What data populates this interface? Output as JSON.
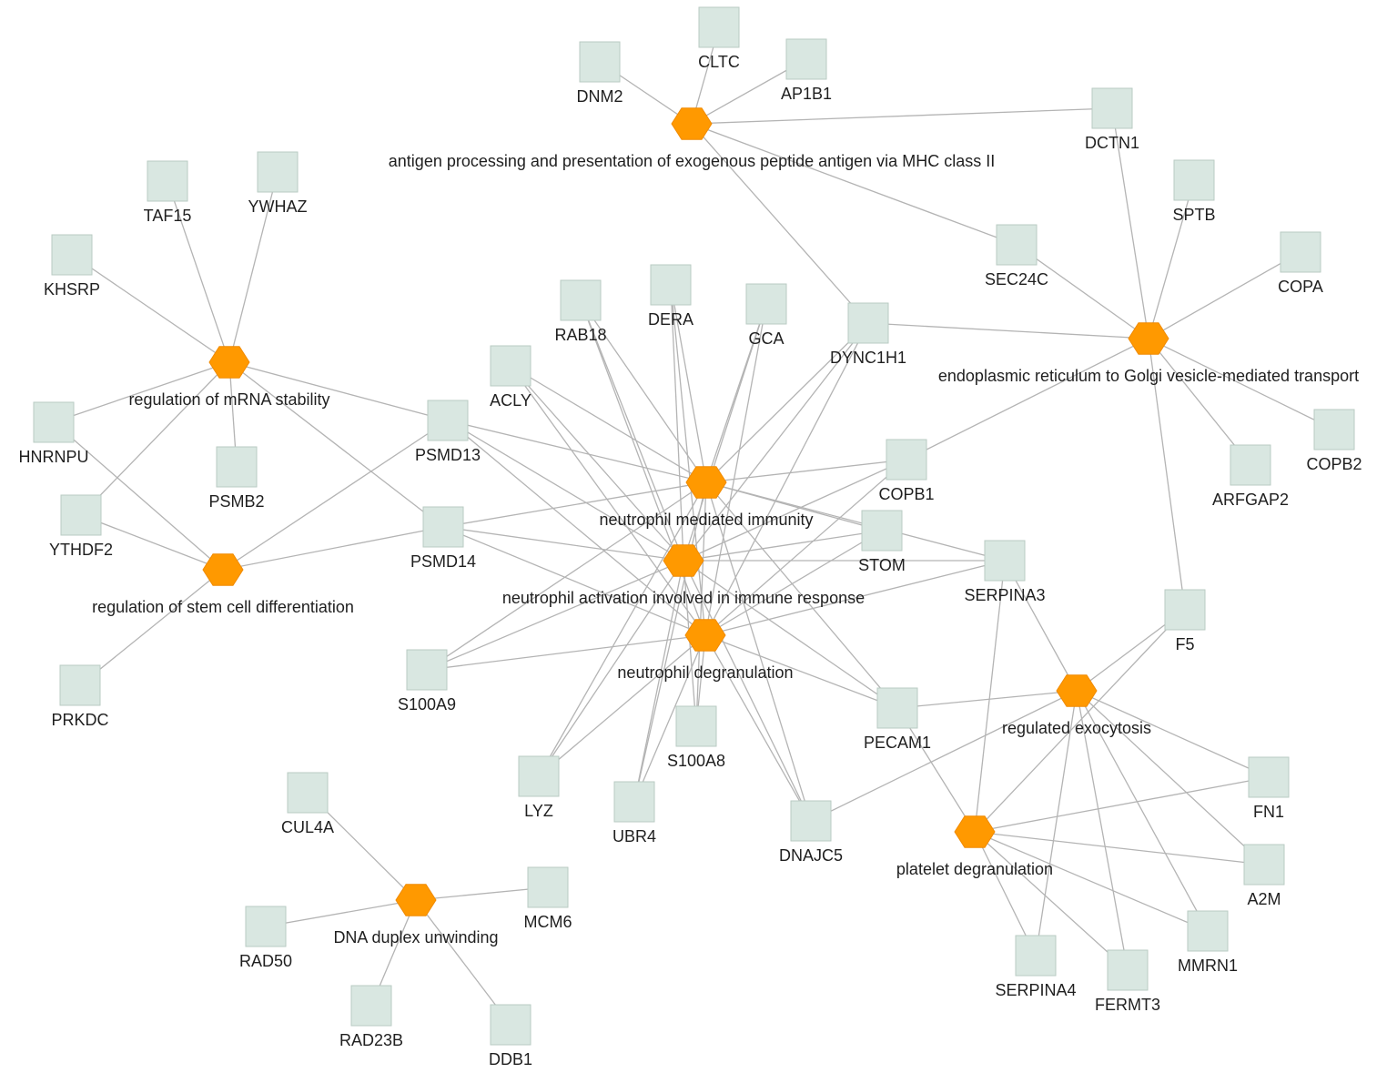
{
  "diagram": {
    "type": "gene-term network",
    "colors": {
      "term": "#ff9900",
      "gene": "#d9e7e1",
      "edge": "#b4b4b4"
    },
    "terms": [
      {
        "id": "t_mhc",
        "label": "antigen processing and presentation of exogenous peptide antigen via MHC class II"
      },
      {
        "id": "t_mrna",
        "label": "regulation of mRNA stability"
      },
      {
        "id": "t_stem",
        "label": "regulation of stem cell differentiation"
      },
      {
        "id": "t_immun",
        "label": "neutrophil mediated immunity"
      },
      {
        "id": "t_activ",
        "label": "neutrophil activation involved in immune response"
      },
      {
        "id": "t_degr",
        "label": "neutrophil degranulation"
      },
      {
        "id": "t_er",
        "label": "endoplasmic reticulum to Golgi vesicle-mediated transport"
      },
      {
        "id": "t_exo",
        "label": "regulated exocytosis"
      },
      {
        "id": "t_plat",
        "label": "platelet degranulation"
      },
      {
        "id": "t_dna",
        "label": "DNA duplex unwinding"
      }
    ],
    "genes": [
      "CLTC",
      "DNM2",
      "AP1B1",
      "DCTN1",
      "TAF15",
      "YWHAZ",
      "KHSRP",
      "SPTB",
      "COPA",
      "SEC24C",
      "RAB18",
      "DERA",
      "GCA",
      "DYNC1H1",
      "ACLY",
      "HNRNPU",
      "PSMB2",
      "PSMD13",
      "YTHDF2",
      "COPB1",
      "COPB2",
      "ARFGAP2",
      "STOM",
      "PSMD14",
      "SERPINA3",
      "F5",
      "S100A9",
      "PRKDC",
      "PECAM1",
      "S100A8",
      "LYZ",
      "UBR4",
      "DNAJC5",
      "FN1",
      "A2M",
      "MMRN1",
      "SERPINA4",
      "FERMT3",
      "CUL4A",
      "MCM6",
      "RAD50",
      "RAD23B",
      "DDB1"
    ],
    "edges": [
      [
        "t_mhc",
        "DNM2"
      ],
      [
        "t_mhc",
        "CLTC"
      ],
      [
        "t_mhc",
        "AP1B1"
      ],
      [
        "t_mhc",
        "DCTN1"
      ],
      [
        "t_mhc",
        "SEC24C"
      ],
      [
        "t_mhc",
        "DYNC1H1"
      ],
      [
        "t_mrna",
        "TAF15"
      ],
      [
        "t_mrna",
        "YWHAZ"
      ],
      [
        "t_mrna",
        "KHSRP"
      ],
      [
        "t_mrna",
        "HNRNPU"
      ],
      [
        "t_mrna",
        "PSMB2"
      ],
      [
        "t_mrna",
        "PSMD13"
      ],
      [
        "t_mrna",
        "YTHDF2"
      ],
      [
        "t_mrna",
        "PSMD14"
      ],
      [
        "t_stem",
        "HNRNPU"
      ],
      [
        "t_stem",
        "YTHDF2"
      ],
      [
        "t_stem",
        "PSMD13"
      ],
      [
        "t_stem",
        "PSMD14"
      ],
      [
        "t_stem",
        "PRKDC"
      ],
      [
        "t_er",
        "DCTN1"
      ],
      [
        "t_er",
        "SPTB"
      ],
      [
        "t_er",
        "COPA"
      ],
      [
        "t_er",
        "SEC24C"
      ],
      [
        "t_er",
        "DYNC1H1"
      ],
      [
        "t_er",
        "COPB2"
      ],
      [
        "t_er",
        "ARFGAP2"
      ],
      [
        "t_er",
        "COPB1"
      ],
      [
        "t_er",
        "F5"
      ],
      [
        "t_immun",
        "RAB18"
      ],
      [
        "t_immun",
        "DERA"
      ],
      [
        "t_immun",
        "GCA"
      ],
      [
        "t_immun",
        "DYNC1H1"
      ],
      [
        "t_immun",
        "ACLY"
      ],
      [
        "t_immun",
        "PSMD13"
      ],
      [
        "t_immun",
        "COPB1"
      ],
      [
        "t_immun",
        "STOM"
      ],
      [
        "t_immun",
        "PSMD14"
      ],
      [
        "t_immun",
        "SERPINA3"
      ],
      [
        "t_immun",
        "S100A9"
      ],
      [
        "t_immun",
        "S100A8"
      ],
      [
        "t_immun",
        "LYZ"
      ],
      [
        "t_immun",
        "UBR4"
      ],
      [
        "t_immun",
        "DNAJC5"
      ],
      [
        "t_immun",
        "PECAM1"
      ],
      [
        "t_activ",
        "RAB18"
      ],
      [
        "t_activ",
        "DERA"
      ],
      [
        "t_activ",
        "GCA"
      ],
      [
        "t_activ",
        "DYNC1H1"
      ],
      [
        "t_activ",
        "ACLY"
      ],
      [
        "t_activ",
        "PSMD13"
      ],
      [
        "t_activ",
        "COPB1"
      ],
      [
        "t_activ",
        "STOM"
      ],
      [
        "t_activ",
        "PSMD14"
      ],
      [
        "t_activ",
        "SERPINA3"
      ],
      [
        "t_activ",
        "S100A9"
      ],
      [
        "t_activ",
        "S100A8"
      ],
      [
        "t_activ",
        "LYZ"
      ],
      [
        "t_activ",
        "UBR4"
      ],
      [
        "t_activ",
        "DNAJC5"
      ],
      [
        "t_activ",
        "PECAM1"
      ],
      [
        "t_degr",
        "RAB18"
      ],
      [
        "t_degr",
        "DERA"
      ],
      [
        "t_degr",
        "GCA"
      ],
      [
        "t_degr",
        "DYNC1H1"
      ],
      [
        "t_degr",
        "ACLY"
      ],
      [
        "t_degr",
        "PSMD13"
      ],
      [
        "t_degr",
        "COPB1"
      ],
      [
        "t_degr",
        "STOM"
      ],
      [
        "t_degr",
        "PSMD14"
      ],
      [
        "t_degr",
        "SERPINA3"
      ],
      [
        "t_degr",
        "S100A9"
      ],
      [
        "t_degr",
        "S100A8"
      ],
      [
        "t_degr",
        "LYZ"
      ],
      [
        "t_degr",
        "UBR4"
      ],
      [
        "t_degr",
        "DNAJC5"
      ],
      [
        "t_degr",
        "PECAM1"
      ],
      [
        "t_exo",
        "SERPINA3"
      ],
      [
        "t_exo",
        "F5"
      ],
      [
        "t_exo",
        "PECAM1"
      ],
      [
        "t_exo",
        "DNAJC5"
      ],
      [
        "t_exo",
        "FN1"
      ],
      [
        "t_exo",
        "A2M"
      ],
      [
        "t_exo",
        "MMRN1"
      ],
      [
        "t_exo",
        "SERPINA4"
      ],
      [
        "t_exo",
        "FERMT3"
      ],
      [
        "t_plat",
        "SERPINA3"
      ],
      [
        "t_plat",
        "F5"
      ],
      [
        "t_plat",
        "PECAM1"
      ],
      [
        "t_plat",
        "FN1"
      ],
      [
        "t_plat",
        "A2M"
      ],
      [
        "t_plat",
        "MMRN1"
      ],
      [
        "t_plat",
        "SERPINA4"
      ],
      [
        "t_plat",
        "FERMT3"
      ],
      [
        "t_dna",
        "CUL4A"
      ],
      [
        "t_dna",
        "MCM6"
      ],
      [
        "t_dna",
        "RAD50"
      ],
      [
        "t_dna",
        "RAD23B"
      ],
      [
        "t_dna",
        "DDB1"
      ]
    ]
  }
}
